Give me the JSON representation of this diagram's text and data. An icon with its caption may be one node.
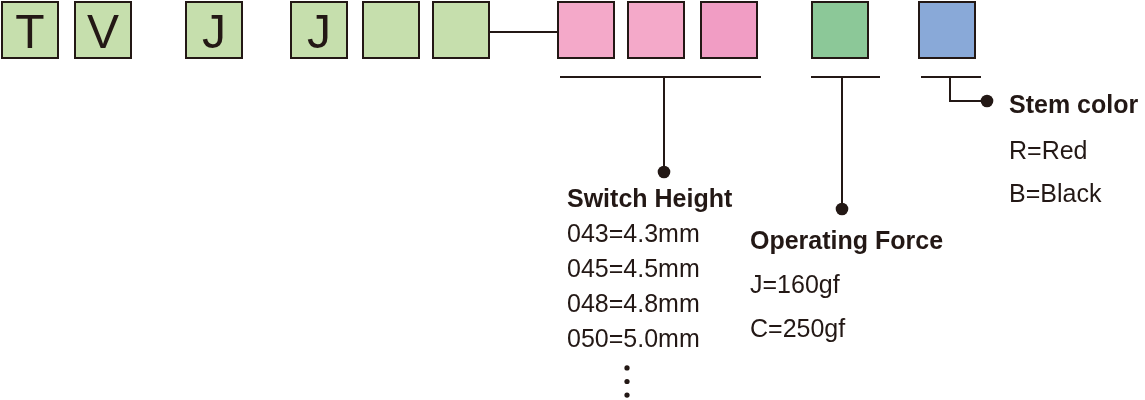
{
  "diagram": {
    "nodes": [
      {
        "text": [
          "T"
        ]
      },
      {
        "text": [
          "V"
        ]
      },
      {
        "text": [
          "J"
        ]
      },
      {
        "text": [
          "J"
        ]
      },
      {
        "text": [],
        "shape": "box"
      },
      {
        "text": [],
        "shape": "box"
      },
      {
        "text": [],
        "shape": "box"
      },
      {
        "text": [],
        "shape": "box"
      },
      {
        "text": [],
        "shape": "box"
      },
      {
        "text": [],
        "shape": "box"
      },
      {
        "text": [],
        "shape": "box"
      },
      {
        "text": [],
        "shape": "bracket"
      },
      {
        "text": [],
        "shape": "bracket"
      },
      {
        "text": [],
        "shape": "bracket"
      },
      {
        "text": [
          "Switch Height",
          "043=4.3mm",
          "045=4.5mm",
          "048=4.8mm",
          "050=5.0mm"
        ]
      },
      {
        "text": [
          "Operating Force",
          "J=160gf",
          "C=250gf"
        ]
      },
      {
        "text": [
          "Stem color",
          "R=Red",
          "B=Black"
        ]
      }
    ],
    "edges": [
      {
        "from": 5,
        "to": 6,
        "arrow": "none"
      },
      {
        "from": 14,
        "to": 11,
        "arrow": "other"
      },
      {
        "from": 15,
        "to": 12,
        "arrow": "other"
      },
      {
        "from": 16,
        "to": 13,
        "arrow": "other"
      }
    ]
  }
}
